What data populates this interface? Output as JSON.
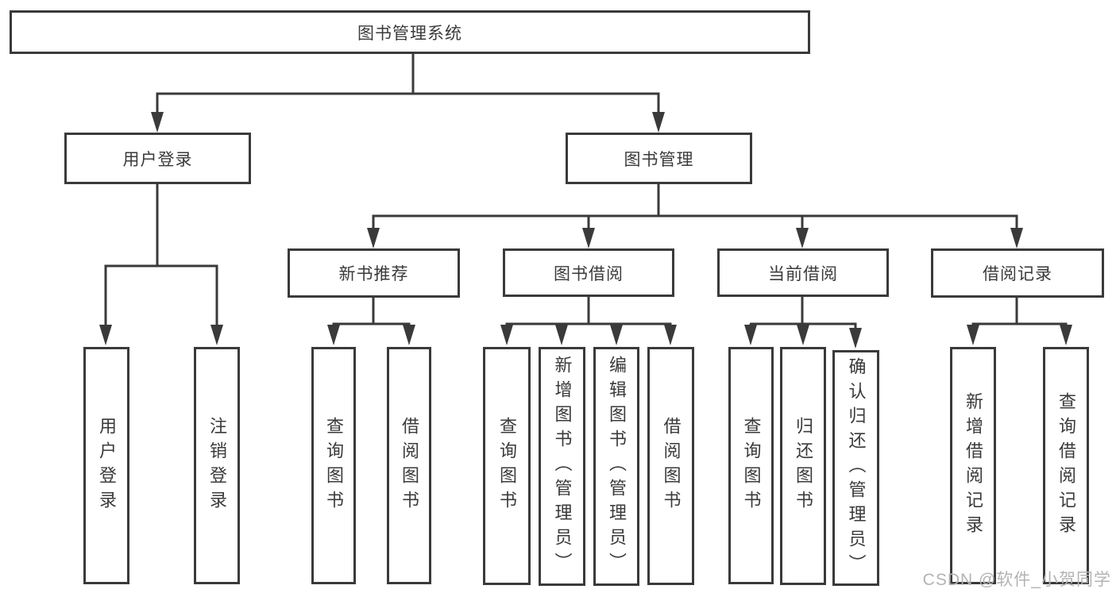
{
  "diagram": {
    "root": "图书管理系统",
    "level2": [
      {
        "label": "用户登录"
      },
      {
        "label": "图书管理"
      }
    ],
    "level3": [
      {
        "label": "新书推荐"
      },
      {
        "label": "图书借阅"
      },
      {
        "label": "当前借阅"
      },
      {
        "label": "借阅记录"
      }
    ],
    "leaf_groups": [
      {
        "items": [
          "用户登录",
          "注销登录"
        ]
      },
      {
        "items": [
          "查询图书",
          "借阅图书"
        ]
      },
      {
        "items": [
          "查询图书",
          "新增图书（管理员）",
          "编辑图书（管理员）",
          "借阅图书"
        ]
      },
      {
        "items": [
          "查询图书",
          "归还图书",
          "确认归还（管理员）"
        ]
      },
      {
        "items": [
          "新增借阅记录",
          "查询借阅记录"
        ]
      }
    ]
  },
  "watermark": {
    "text": "CSDN @软件_小贺同学"
  },
  "colors": {
    "line": "#3a3a3a",
    "text": "#3a3a3a",
    "watermark": "#b3b3b3",
    "background": "#ffffff"
  }
}
